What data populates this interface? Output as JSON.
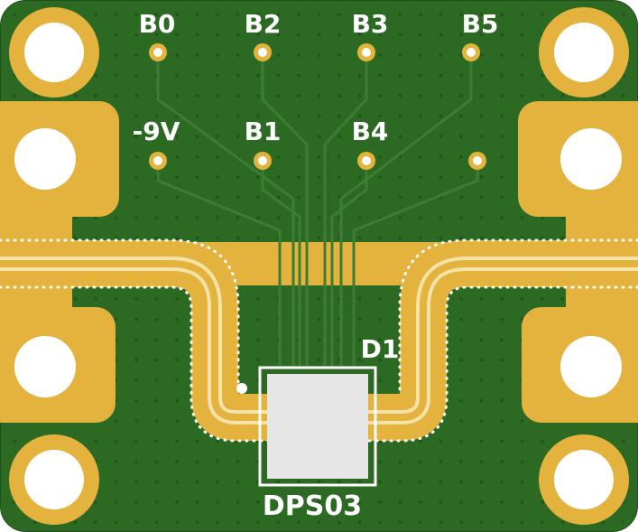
{
  "board": {
    "colors": {
      "soldermask": "#2c6a24",
      "soldermask_edge": "#24571d",
      "copper": "#e3b33d",
      "copper_dark": "#c9971f",
      "trace_mask": "#3c7d33",
      "drill": "#ffffff",
      "silkscreen": "#ffffff",
      "via_dot": "#1d3f18",
      "chip": "#e6e6e6"
    },
    "labels": {
      "b0": "B0",
      "b2": "B2",
      "b3": "B3",
      "b5": "B5",
      "neg9v": "-9V",
      "b1": "B1",
      "b4": "B4",
      "d1": "D1",
      "part": "DPS03"
    }
  }
}
